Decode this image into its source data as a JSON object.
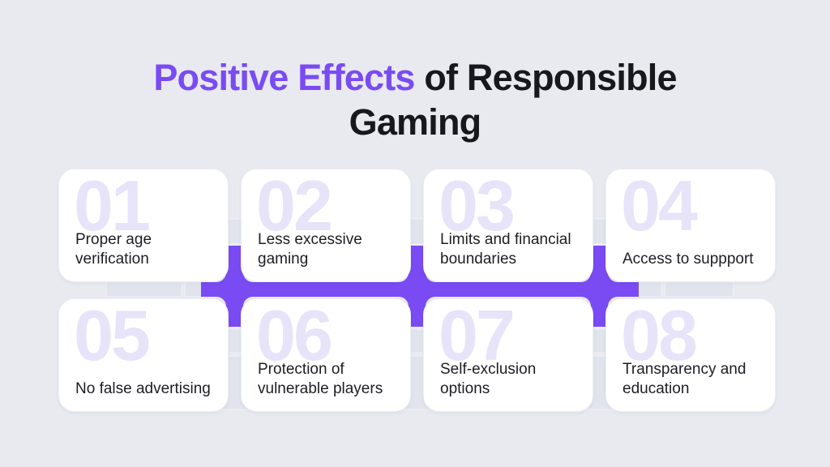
{
  "title": {
    "highlight": "Positive Effects",
    "rest": " of Responsible Gaming"
  },
  "cards": [
    {
      "number": "01",
      "label": "Proper age verification"
    },
    {
      "number": "02",
      "label": "Less excessive gaming"
    },
    {
      "number": "03",
      "label": "Limits and financial boundaries"
    },
    {
      "number": "04",
      "label": "Access to suppport"
    },
    {
      "number": "05",
      "label": "No false advertising"
    },
    {
      "number": "06",
      "label": "Protection of vulnerable players"
    },
    {
      "number": "07",
      "label": "Self-exclusion options"
    },
    {
      "number": "08",
      "label": "Transparency and education"
    }
  ],
  "colors": {
    "accent": "#7a4bf3",
    "accent_light": "#e7e3f9",
    "background": "#e8eaf0",
    "card_bg": "#ffffff",
    "text_dark": "#17181c",
    "connector_gray": "#e1e4ec"
  }
}
